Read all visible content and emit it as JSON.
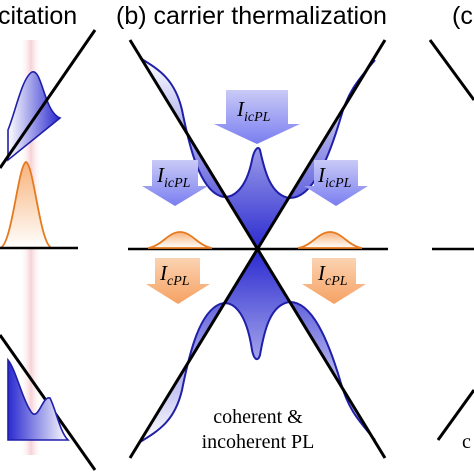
{
  "panels": {
    "left": {
      "title_fragment": "citation"
    },
    "middle": {
      "title": "(b) carrier thermalization",
      "caption_line1": "coherent &",
      "caption_line2": "incoherent PL"
    },
    "right": {
      "title_fragment": "(c",
      "caption_fragment": "c"
    }
  },
  "labels": {
    "i_icpl_top": {
      "main": "I",
      "sub": "icPL"
    },
    "i_icpl_left": {
      "main": "I",
      "sub": "icPL"
    },
    "i_icpl_right": {
      "main": "I",
      "sub": "icPL"
    },
    "i_cpl_left": {
      "main": "I",
      "sub": "cPL"
    },
    "i_cpl_right": {
      "main": "I",
      "sub": "cPL"
    }
  },
  "colors": {
    "incoherent_fill": "#7a7ef0",
    "incoherent_stroke": "#1f1fa8",
    "coherent_fill": "#f6a162",
    "coherent_stroke": "#e67a20",
    "axis": "#000000",
    "laser_band": "#f4c6cc"
  }
}
